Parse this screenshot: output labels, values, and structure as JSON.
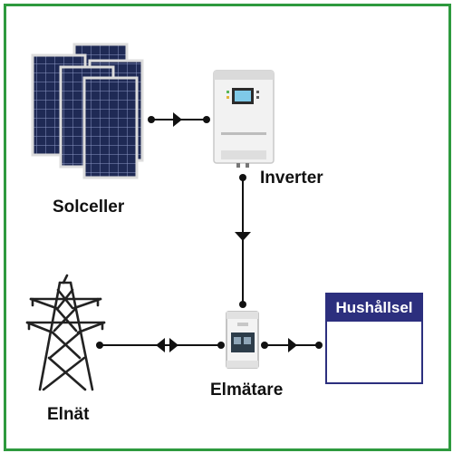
{
  "labels": {
    "solar": "Solceller",
    "inverter": "Inverter",
    "grid": "Elnät",
    "meter": "Elmätare",
    "household": "Hushållsel"
  },
  "icons": {
    "solar": "solar-panel-icon",
    "inverter": "inverter-icon",
    "grid": "power-pylon-icon",
    "meter": "electricity-meter-icon",
    "outlet": "power-outlet-icon"
  },
  "colors": {
    "border": "#2e9a3e",
    "household_header": "#2c2f7e",
    "panel": "#1f2a55",
    "line": "#111111"
  }
}
